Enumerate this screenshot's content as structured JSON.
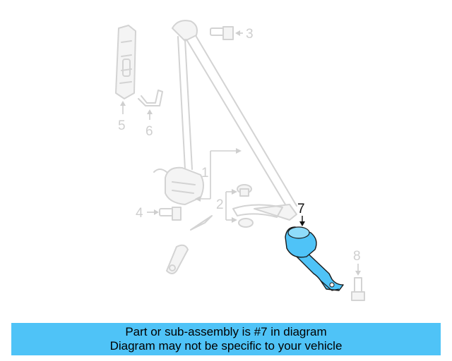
{
  "colors": {
    "highlight": "#4fc3f7",
    "ghost": "#d3d3d3",
    "banner": "#4fc3f7",
    "active_callout": "#111111"
  },
  "callouts": {
    "part_1": "1",
    "part_2": "2",
    "part_3": "3",
    "part_4": "4",
    "part_5": "5",
    "part_6": "6",
    "part_7": "7",
    "part_8": "8"
  },
  "highlighted_part": "7",
  "banner": {
    "line1": "Part or sub-assembly is #7 in diagram",
    "line2": "Diagram may not be specific to your vehicle"
  }
}
